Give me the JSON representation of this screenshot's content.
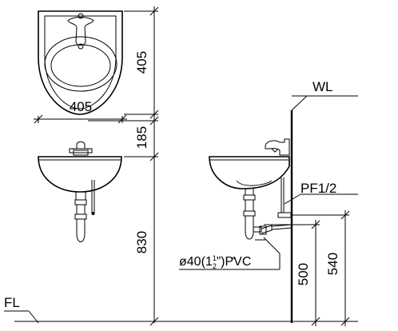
{
  "labels": {
    "wall": "WL",
    "floor": "FL",
    "pf": "PF1/2",
    "pipe_prefix": "ø40(1",
    "pipe_frac_num": "1",
    "pipe_frac_den": "2",
    "pipe_suffix": "”)PVC"
  },
  "dimensions": {
    "top_height": "405",
    "top_width": "405",
    "faucet_height": "185",
    "basin_height": "830",
    "trap_height": "500",
    "supply_height": "540"
  },
  "units_note": ""
}
